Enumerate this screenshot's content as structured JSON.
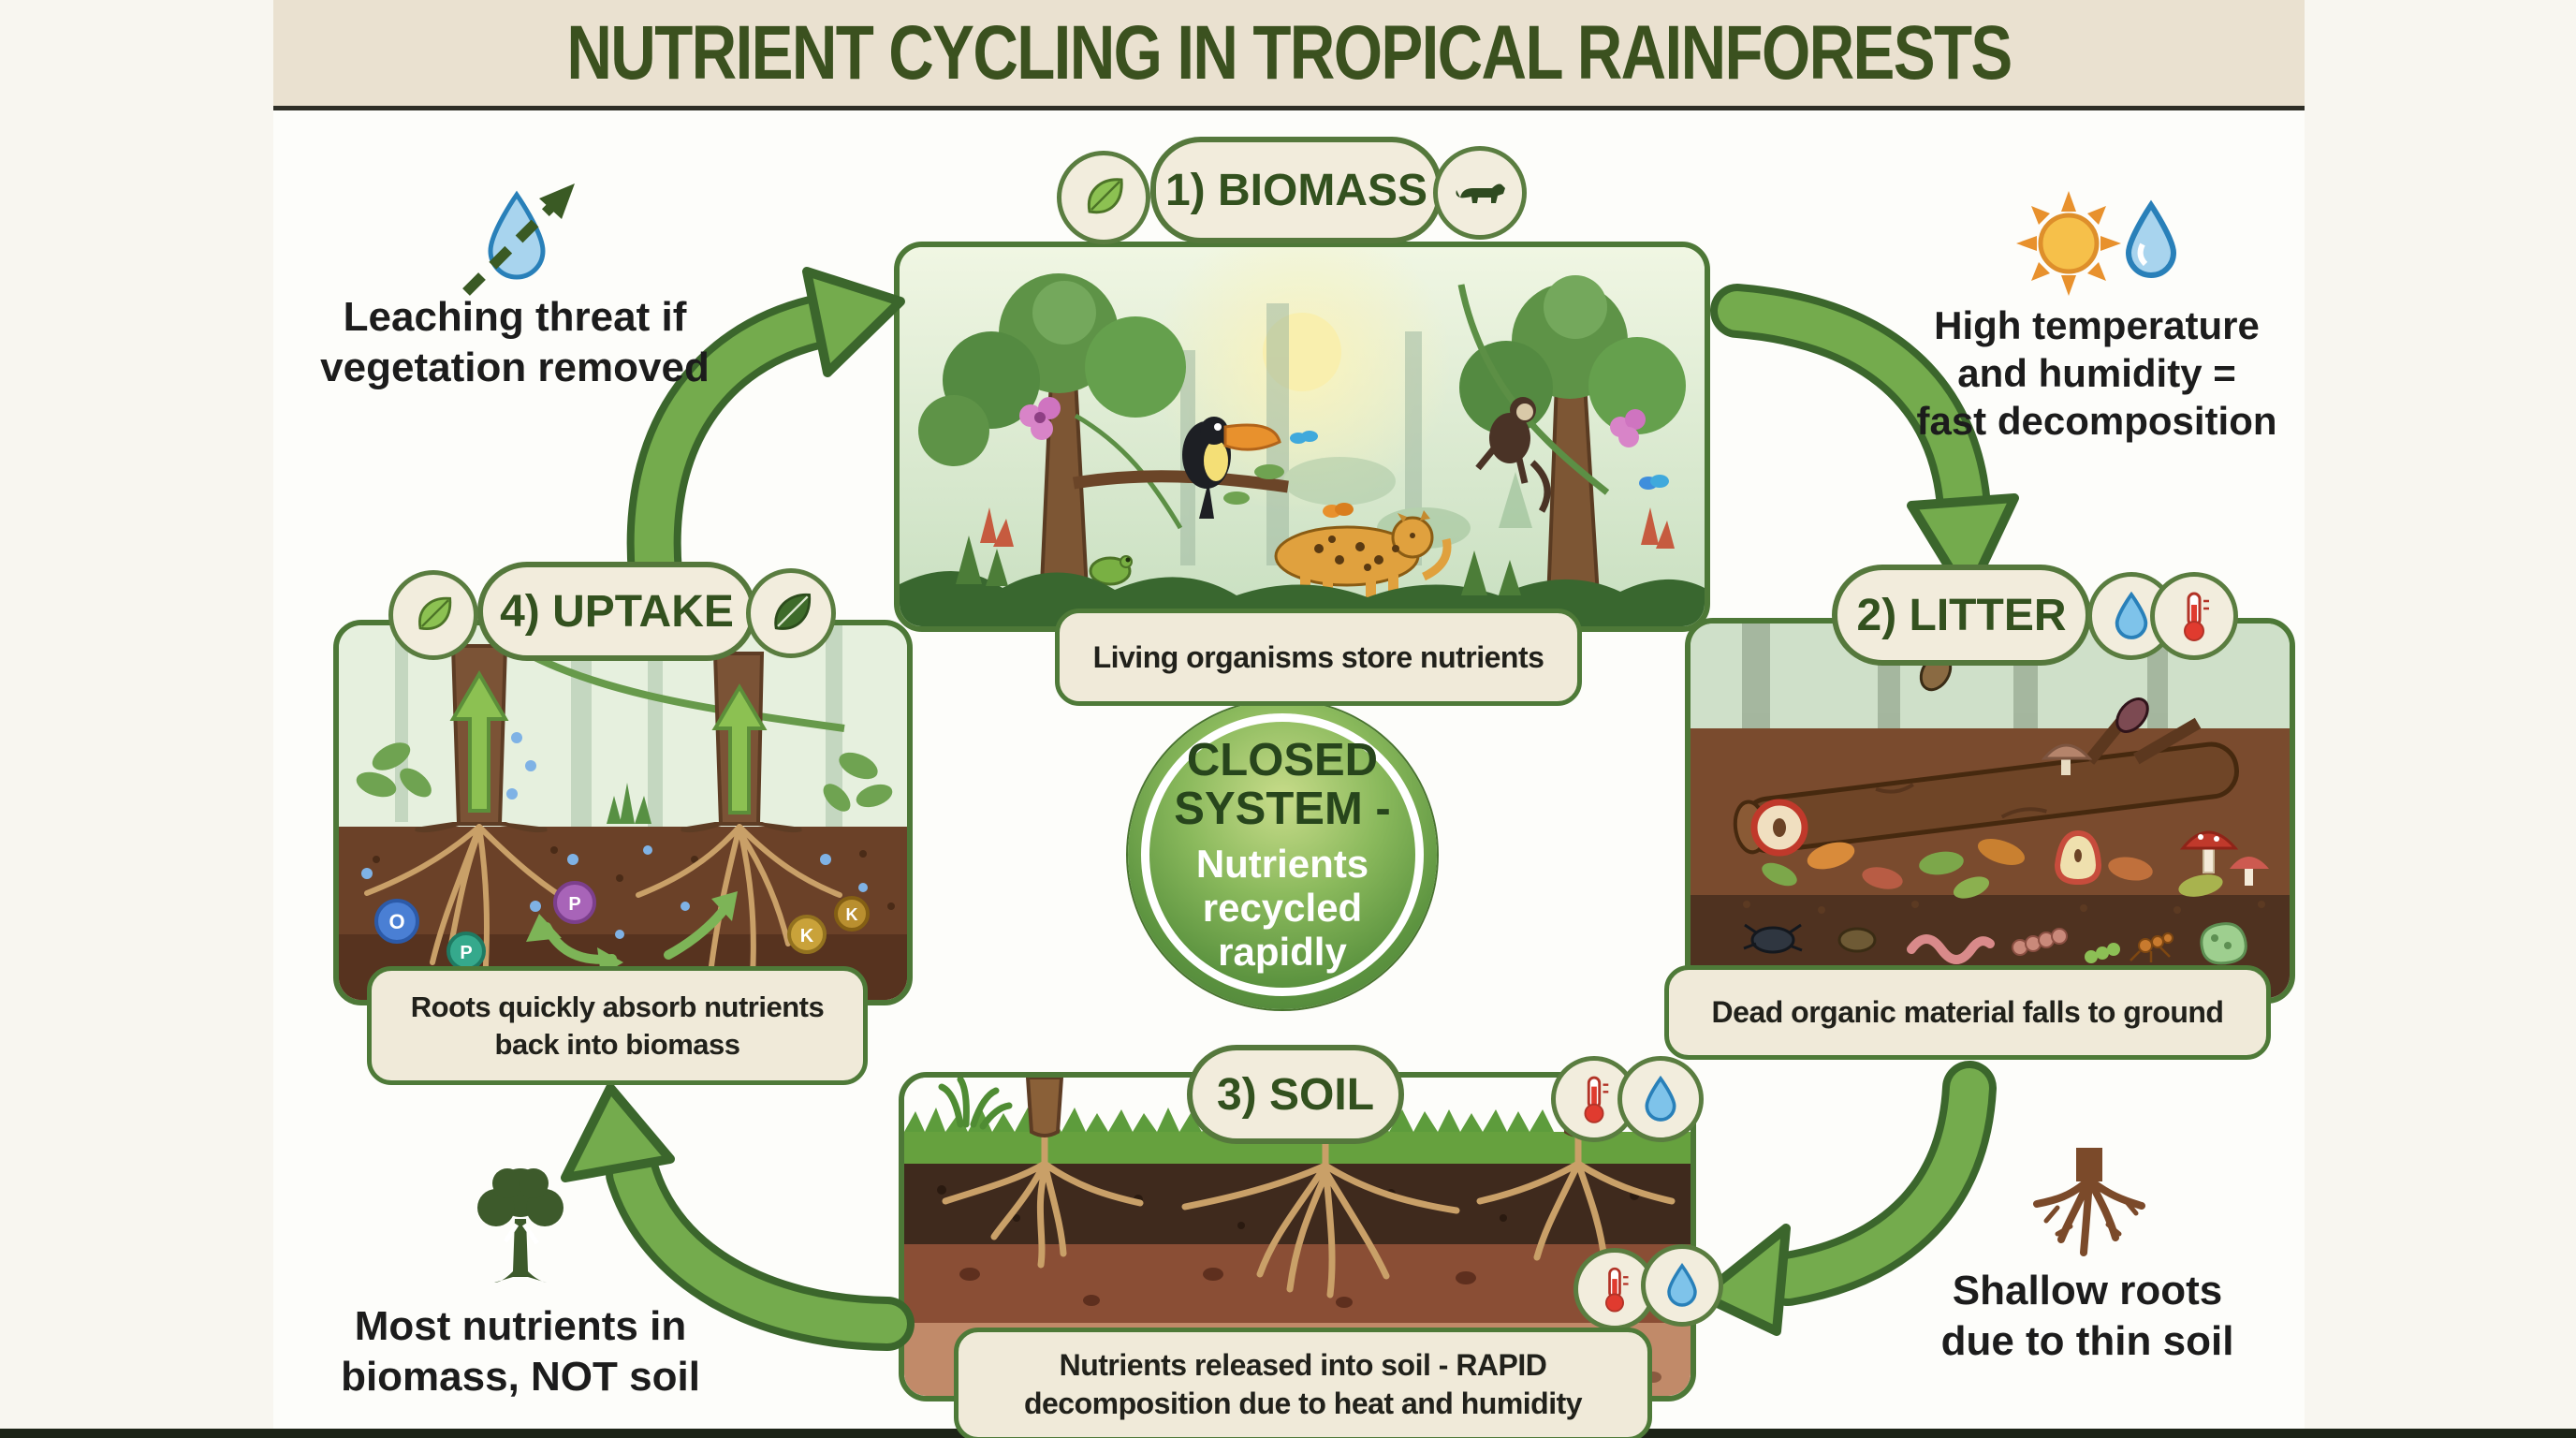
{
  "title": "NUTRIENT CYCLING IN TROPICAL RAINFORESTS",
  "center_badge": {
    "title_lines": [
      "CLOSED",
      "SYSTEM -"
    ],
    "subtitle_lines": [
      "Nutrients",
      "recycled",
      "rapidly"
    ]
  },
  "stages": {
    "biomass": {
      "label": "1) BIOMASS",
      "caption_lines": [
        "Living organisms store nutrients"
      ],
      "icon_left": "leaf-icon",
      "icon_right": "jaguar-icon"
    },
    "litter": {
      "label": "2) LITTER",
      "caption_lines": [
        "Dead organic material falls to ground"
      ],
      "icons_right": [
        "droplet-icon",
        "thermometer-icon"
      ]
    },
    "soil": {
      "label": "3) SOIL",
      "caption_lines": [
        "Nutrients released into soil - RAPID",
        "decomposition due to heat and humidity"
      ],
      "icons_right": [
        "thermometer-icon",
        "droplet-icon"
      ]
    },
    "uptake": {
      "label": "4) UPTAKE",
      "caption_lines": [
        "Roots quickly absorb nutrients",
        "back into biomass"
      ],
      "icon_left": "leaf-icon",
      "icon_right": "leaf-icon"
    }
  },
  "annotations": {
    "leaching": {
      "lines": [
        "Leaching threat if",
        "vegetation removed"
      ],
      "icon": "droplet-arrow-icon"
    },
    "climate": {
      "lines": [
        "High temperature",
        "and humidity =",
        "fast decomposition"
      ],
      "icons": [
        "sun-icon",
        "droplet-icon"
      ]
    },
    "biomass_store": {
      "lines": [
        "Most nutrients in",
        "biomass, NOT soil"
      ],
      "icon": "tree-icon"
    },
    "shallow_roots": {
      "lines": [
        "Shallow roots",
        "due to thin soil"
      ],
      "icon": "roots-icon"
    }
  },
  "nutrients": [
    {
      "symbol": "O"
    },
    {
      "symbol": "P"
    },
    {
      "symbol": "P"
    },
    {
      "symbol": "K"
    },
    {
      "symbol": "K"
    }
  ],
  "colors": {
    "accent_green": "#74ab4d",
    "dark_green": "#33511f",
    "cream": "#f0ead9",
    "soil_brown": "#6b4128"
  }
}
